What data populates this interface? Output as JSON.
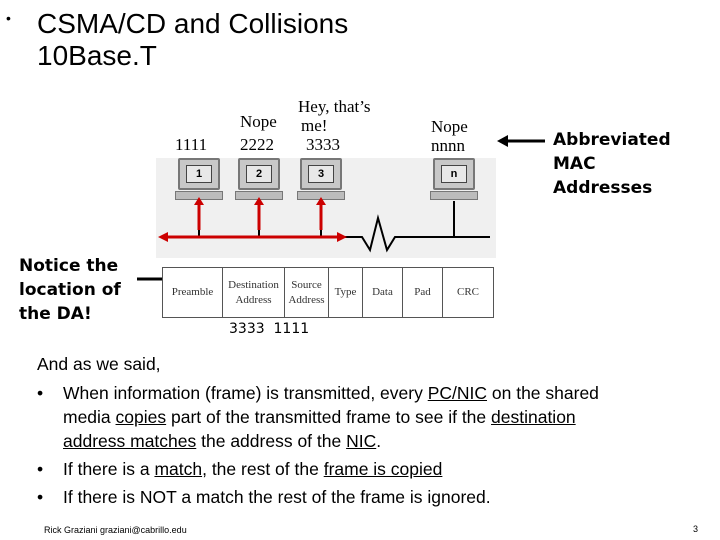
{
  "title": {
    "bullet": "•",
    "line1": "CSMA/CD and Collisions",
    "line2": "10Base.T"
  },
  "diagram": {
    "stations": [
      {
        "top_label": "1111",
        "screen": "1"
      },
      {
        "top_label_1": "Nope",
        "top_label_2": "2222",
        "screen": "2"
      },
      {
        "top_label_1": "Hey, that’s",
        "top_label_2": "me!",
        "top_label_3": "3333",
        "screen": "3"
      },
      {
        "top_label_1": "Nope",
        "top_label_2": "nnnn",
        "screen": "n"
      }
    ],
    "abbrev_label": [
      "Abbreviated",
      "MAC",
      "Addresses"
    ],
    "notice_label": [
      "Notice the",
      "location of",
      "the DA!"
    ],
    "frame_fields": [
      "Preamble",
      "Destination Address",
      "Source Address",
      "Type",
      "Data",
      "Pad",
      "CRC"
    ],
    "frame_values": "3333  1111",
    "colors": {
      "bus": "#000000",
      "arrow": "#cc0000",
      "station_bg": "#f0f0f0"
    }
  },
  "body": {
    "intro": "And as we said,",
    "bullet": "•",
    "b1_p1": "When information (frame) is transmitted, every ",
    "b1_u1": "PC/NIC",
    "b1_p2": " on the shared",
    "b1_p3": "media ",
    "b1_u2": "copies",
    "b1_p4": " part of the transmitted frame to see if the ",
    "b1_u3": "destination",
    "b1_u4": "address matches",
    "b1_p5": " the address of the ",
    "b1_u5": "NIC",
    "b1_p6": ".",
    "b2_p1": "If there is a ",
    "b2_u1": "match",
    "b2_p2": ", the rest of the ",
    "b2_u2": "frame is copied",
    "b3": "If there is NOT a match the rest of the frame is ignored."
  },
  "footer": {
    "author": "Rick Graziani  graziani@cabrillo.edu",
    "page": "3"
  }
}
